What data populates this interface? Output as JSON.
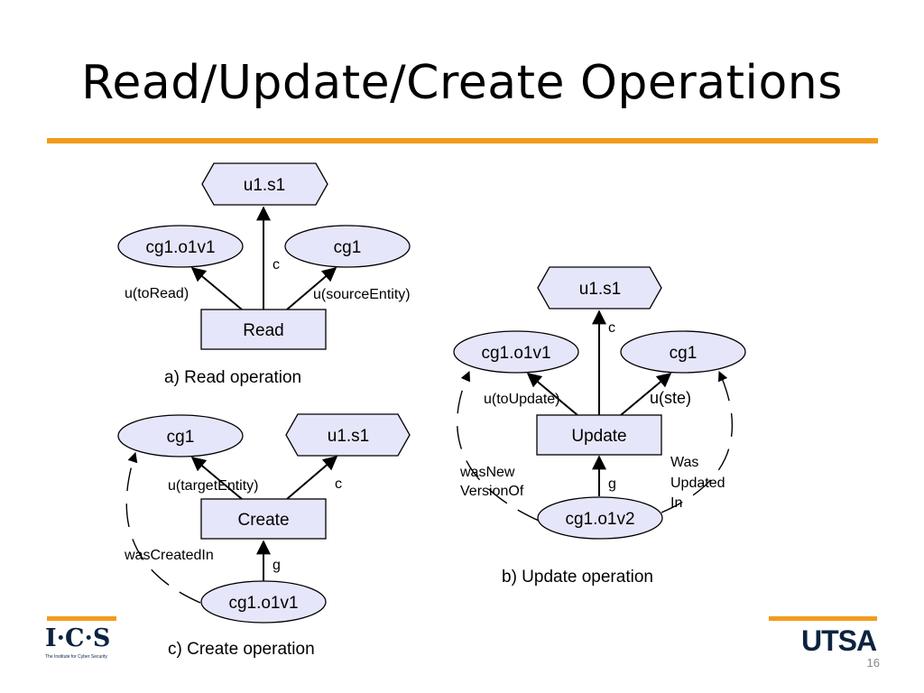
{
  "slide": {
    "title": "Read/Update/Create Operations",
    "page_number": "16",
    "logo_left": "I·C·S",
    "logo_left_subtitle": "The Institute for Cyber Security",
    "logo_right": "UTSA",
    "accent_color": "#f29b1f"
  },
  "read": {
    "caption": "a) Read operation",
    "activity": "Read",
    "target": "u1.s1",
    "left_node": "cg1.o1v1",
    "right_node": "cg1",
    "edge_left": "u(toRead)",
    "edge_center": "c",
    "edge_right": "u(sourceEntity)"
  },
  "update": {
    "caption": "b) Update operation",
    "activity": "Update",
    "target": "u1.s1",
    "left_node": "cg1.o1v1",
    "right_node": "cg1",
    "bottom_node": "cg1.o1v2",
    "edge_left": "u(toUpdate)",
    "edge_center": "c",
    "edge_right": "u(ste)",
    "edge_bottom": "g",
    "dashed_left_l1": "wasNew",
    "dashed_left_l2": "VersionOf",
    "dashed_right_l1": "Was",
    "dashed_right_l2": "Updated",
    "dashed_right_l3": "In"
  },
  "create": {
    "caption": "c) Create operation",
    "activity": "Create",
    "target": "u1.s1",
    "left_node": "cg1",
    "bottom_node": "cg1.o1v1",
    "edge_left": "u(targetEntity)",
    "edge_right": "c",
    "edge_bottom": "g",
    "dashed_left": "wasCreatedIn"
  }
}
